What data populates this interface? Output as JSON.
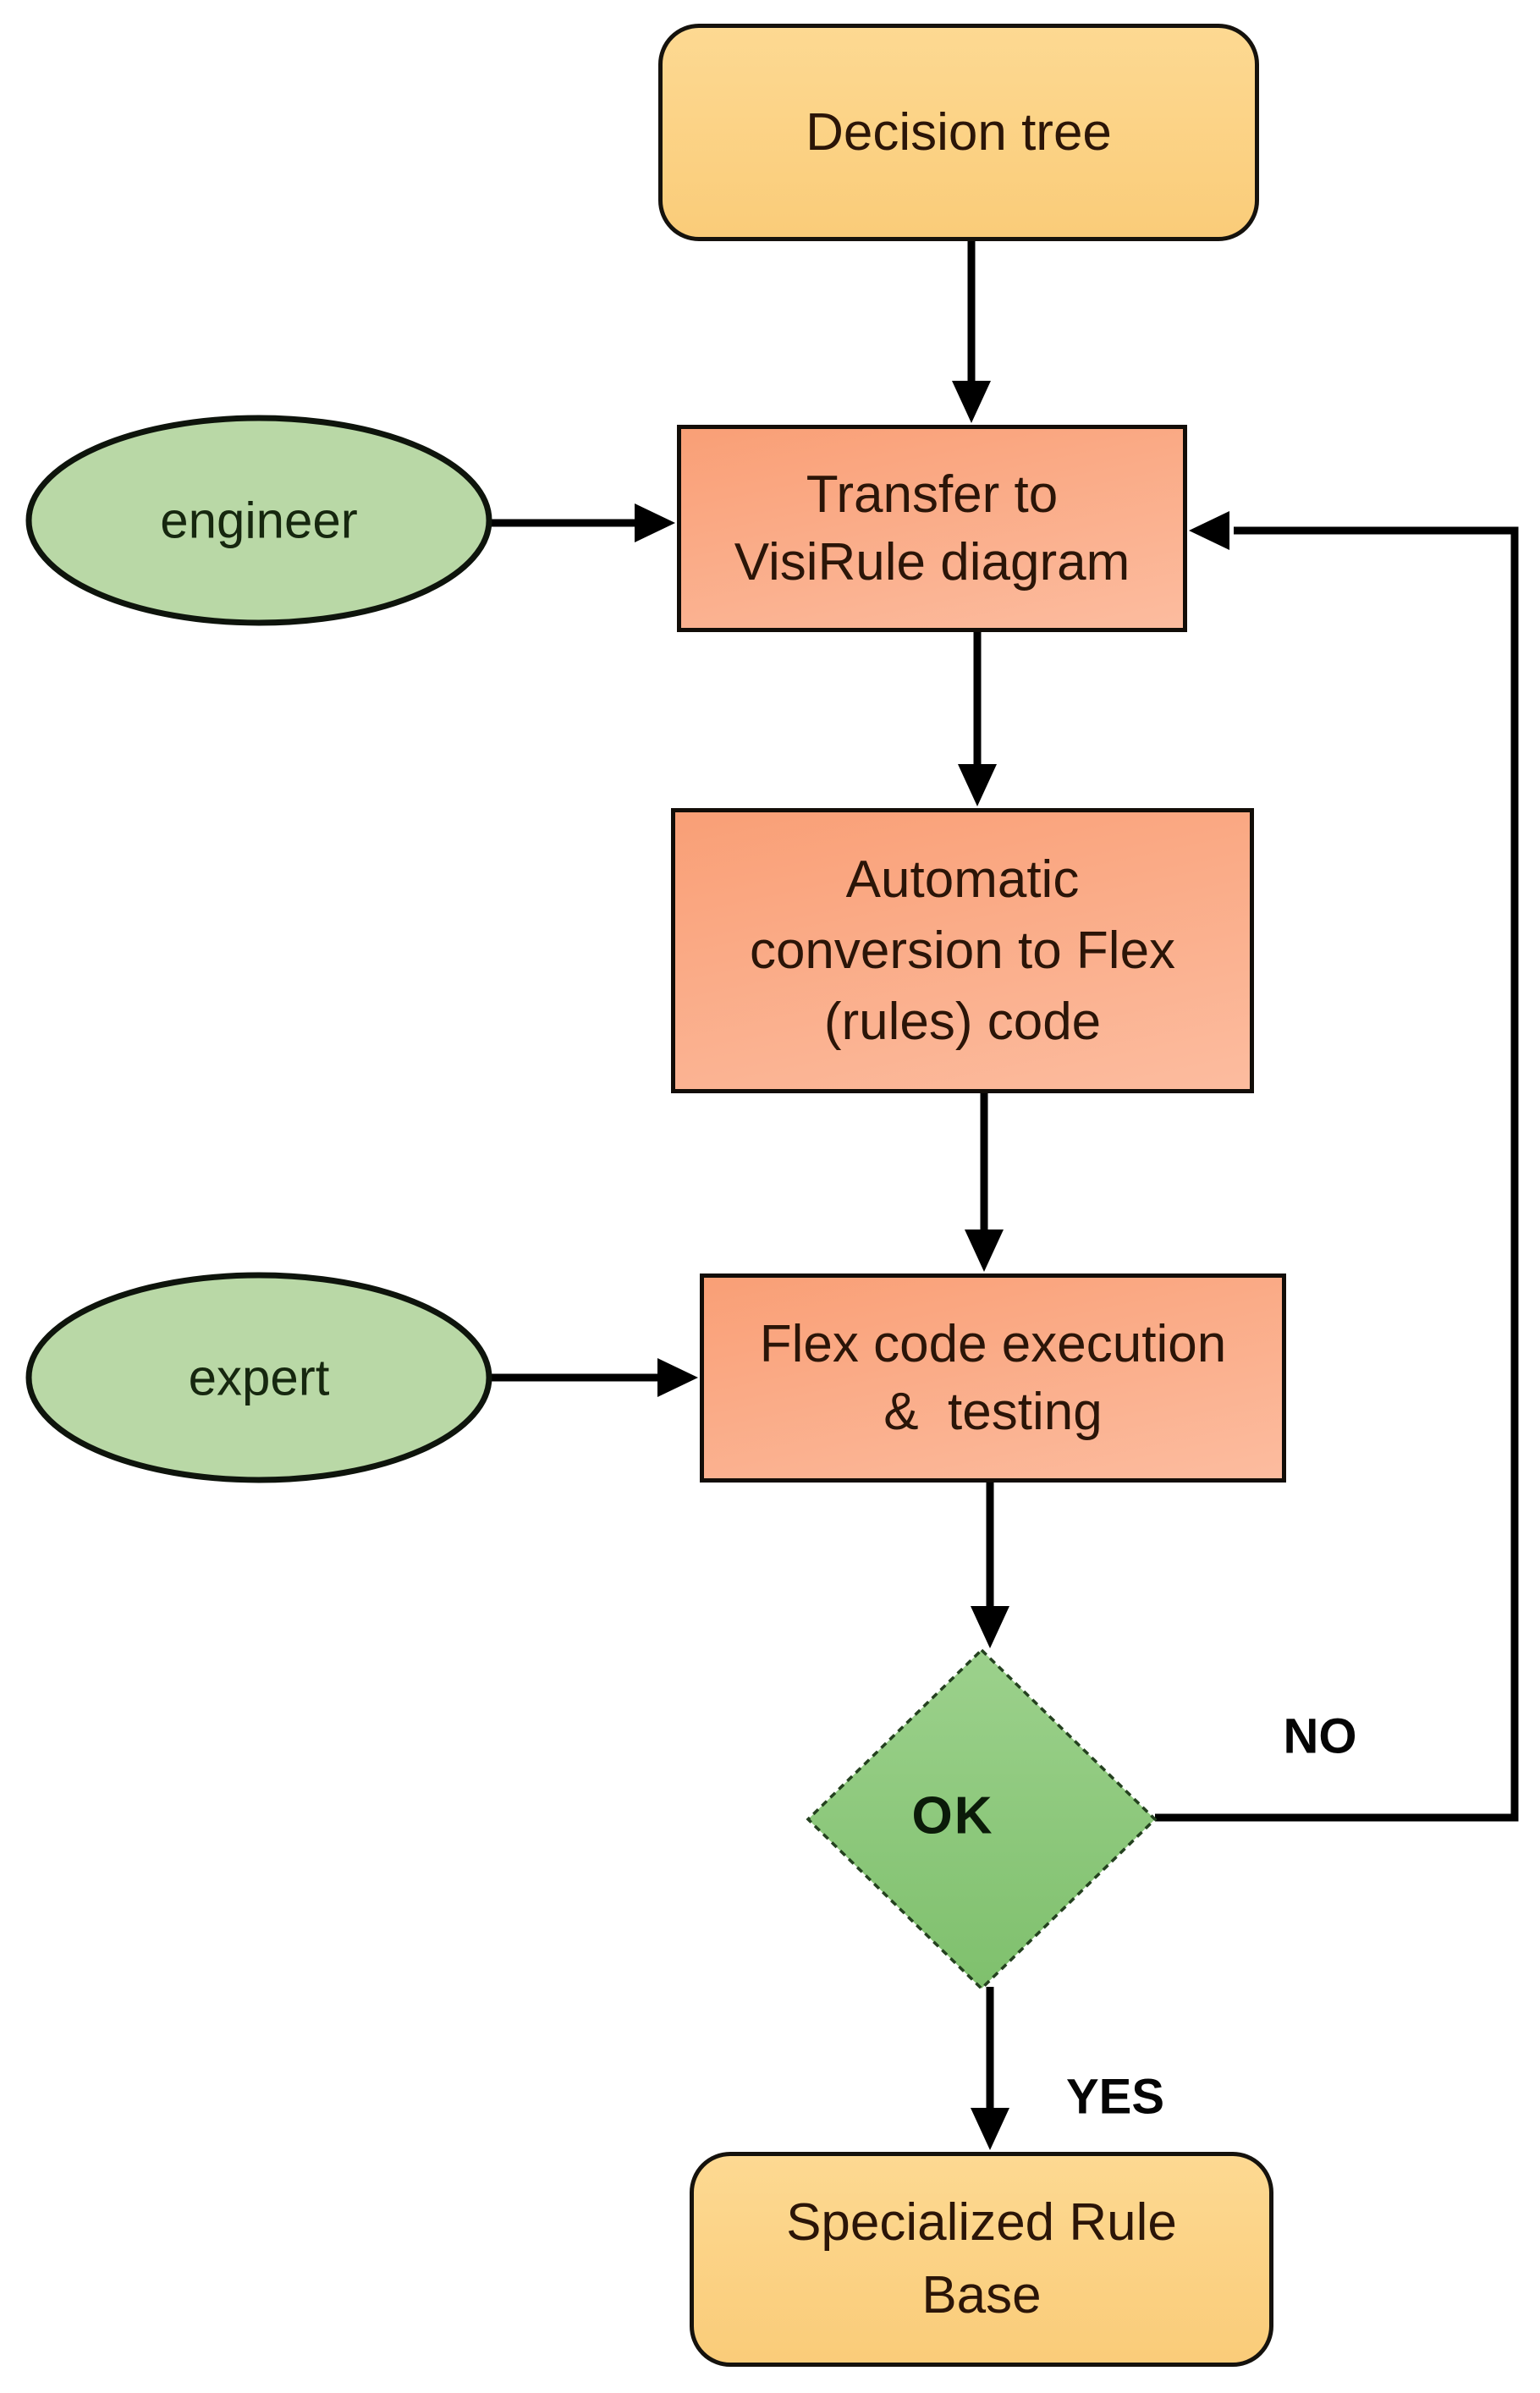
{
  "diagram": {
    "nodes": {
      "decision_tree": {
        "lines": [
          "Decision tree"
        ]
      },
      "transfer": {
        "lines": [
          "Transfer to",
          "VisiRule diagram"
        ]
      },
      "automatic": {
        "lines": [
          "Automatic",
          "conversion to Flex",
          "(rules) code"
        ]
      },
      "flex_exec": {
        "lines": [
          "Flex code execution",
          "&  testing"
        ]
      },
      "decision_ok": {
        "label": "OK"
      },
      "rule_base": {
        "lines": [
          "Specialized Rule",
          "Base"
        ]
      }
    },
    "actors": {
      "engineer": {
        "label": "engineer"
      },
      "expert": {
        "label": "expert"
      }
    },
    "edge_labels": {
      "no": "NO",
      "yes": "YES"
    },
    "colors": {
      "terminator_fill_top": "#FDD992",
      "terminator_fill_bottom": "#FACC79",
      "process_fill_top": "#F99F76",
      "process_fill_bottom": "#FCBC9F",
      "actor_fill": "#B9D8A6",
      "decision_fill_top": "#9CD18C",
      "decision_fill_bottom": "#7FC06D",
      "line_color": "#000000",
      "node_text": "#2B1508",
      "actor_text": "#16270F",
      "decision_text": "#0B1B09",
      "label_text": "#050505"
    }
  }
}
